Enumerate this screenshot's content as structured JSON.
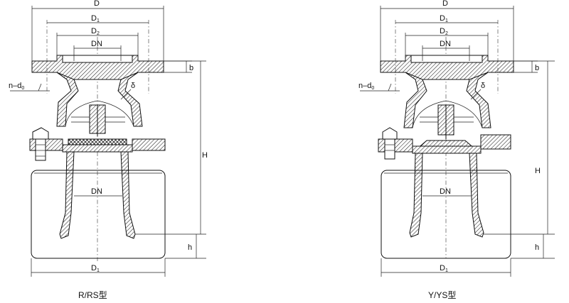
{
  "left": {
    "label_D": "D",
    "label_D1": "D",
    "label_D1_sub": "1",
    "label_D2": "D",
    "label_D2_sub": "2",
    "label_DN_top": "DN",
    "label_b": "b",
    "label_nd0": "n–d",
    "label_nd0_sub": "0",
    "label_delta": "δ",
    "label_H": "H",
    "label_DN_mid": "DN",
    "label_h": "h",
    "label_D1_bottom": "D",
    "label_D1_bottom_sub": "1",
    "caption": "R/RS型"
  },
  "right": {
    "label_D": "D",
    "label_D1": "D",
    "label_D1_sub": "1",
    "label_D2": "D",
    "label_D2_sub": "2",
    "label_DN_top": "DN",
    "label_b": "b",
    "label_nd0": "n–d",
    "label_nd0_sub": "0",
    "label_delta": "δ",
    "label_H": "H",
    "label_DN_mid": "DN",
    "label_h": "h",
    "label_D1_bottom": "D",
    "label_D1_bottom_sub": "1",
    "caption": "Y/YS型"
  }
}
